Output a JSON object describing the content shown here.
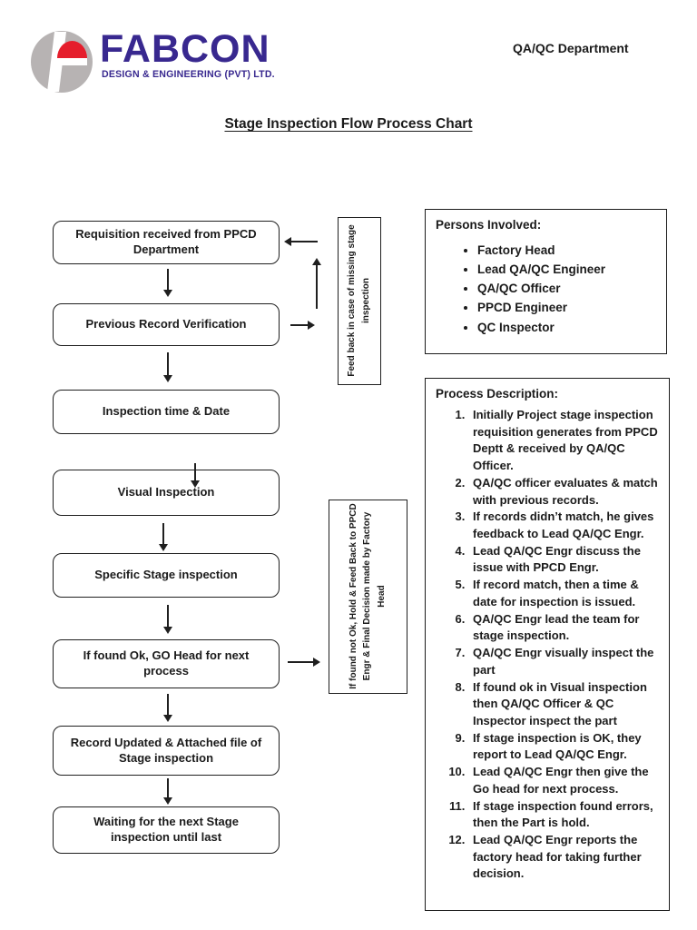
{
  "header": {
    "department": "QA/QC Department",
    "logo": {
      "brand": "FABCON",
      "tagline": "DESIGN & ENGINEERING (PVT) LTD.",
      "brand_color": "#38288f",
      "accent_red": "#e51e2c",
      "circle_gray": "#b7b3b3"
    }
  },
  "title": "Stage Inspection Flow Process Chart",
  "flowchart": {
    "steps": [
      "Requisition received from PPCD Department",
      "Previous Record Verification",
      "Inspection time & Date",
      "Visual Inspection",
      "Specific Stage inspection",
      "If found Ok, GO Head for next process",
      "Record Updated & Attached file of Stage inspection",
      "Waiting for the next Stage inspection until last"
    ],
    "notes": {
      "missing_stage": "Feed back in case of missing stage inspection",
      "not_ok": "If found not Ok, Hold & Feed Back to PPCD Engr & Final Decision made by Factory Head"
    }
  },
  "persons_involved": {
    "title": "Persons Involved:",
    "items": [
      "Factory Head",
      "Lead QA/QC Engineer",
      "QA/QC Officer",
      "PPCD Engineer",
      "QC Inspector"
    ]
  },
  "process_description": {
    "title": "Process Description:",
    "items": [
      "Initially Project stage inspection requisition generates from PPCD Deptt & received by QA/QC Officer.",
      "QA/QC officer evaluates & match with previous records.",
      "If records didn’t match, he gives feedback to Lead QA/QC Engr.",
      "Lead QA/QC Engr discuss the issue with PPCD Engr.",
      "If record match, then a time & date for inspection is issued.",
      "QA/QC Engr lead the team for stage inspection.",
      "QA/QC Engr visually inspect the part",
      "If found ok in Visual inspection then QA/QC Officer & QC Inspector inspect the part",
      "If stage inspection is OK, they report to Lead QA/QC Engr.",
      "Lead QA/QC Engr then give the Go head for next process.",
      "If stage inspection found errors, then the Part is hold.",
      "Lead QA/QC Engr reports the factory head for taking further decision."
    ]
  }
}
